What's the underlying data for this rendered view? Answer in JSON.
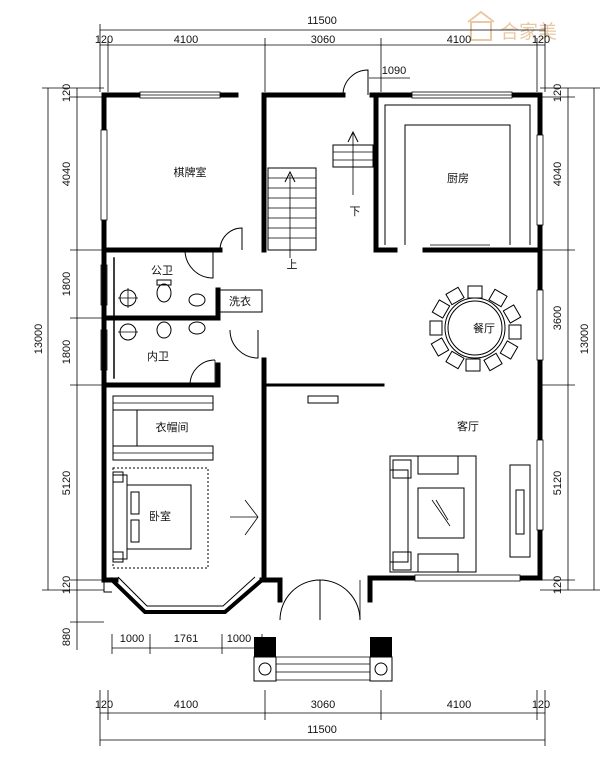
{
  "watermark": {
    "text": "合家美",
    "logo": "house-logo-icon"
  },
  "dimensions": {
    "top_total": "11500",
    "top_segments": [
      "120",
      "4100",
      "3060",
      "4100",
      "120"
    ],
    "door_width": "1090",
    "bottom_total": "11500",
    "bottom_segments": [
      "120",
      "4100",
      "3060",
      "4100",
      "120"
    ],
    "bay_segments": [
      "1000",
      "1761",
      "1000"
    ],
    "left_total": "13000",
    "left_segments": [
      "120",
      "4040",
      "1800",
      "1800",
      "5120",
      "120",
      "880"
    ],
    "right_total": "13000",
    "right_segments": [
      "120",
      "4040",
      "3600",
      "5120",
      "120"
    ]
  },
  "rooms": {
    "chess_room": "棋牌室",
    "kitchen": "厨房",
    "public_bath": "公卫",
    "laundry": "洗衣",
    "private_bath": "内卫",
    "dining": "餐厅",
    "cloakroom": "衣帽间",
    "living_room": "客厅",
    "bedroom": "卧室"
  },
  "stairs": {
    "up_label": "上",
    "down_label": "下"
  },
  "colors": {
    "line": "#000000",
    "watermark": "#e9c9a4"
  }
}
